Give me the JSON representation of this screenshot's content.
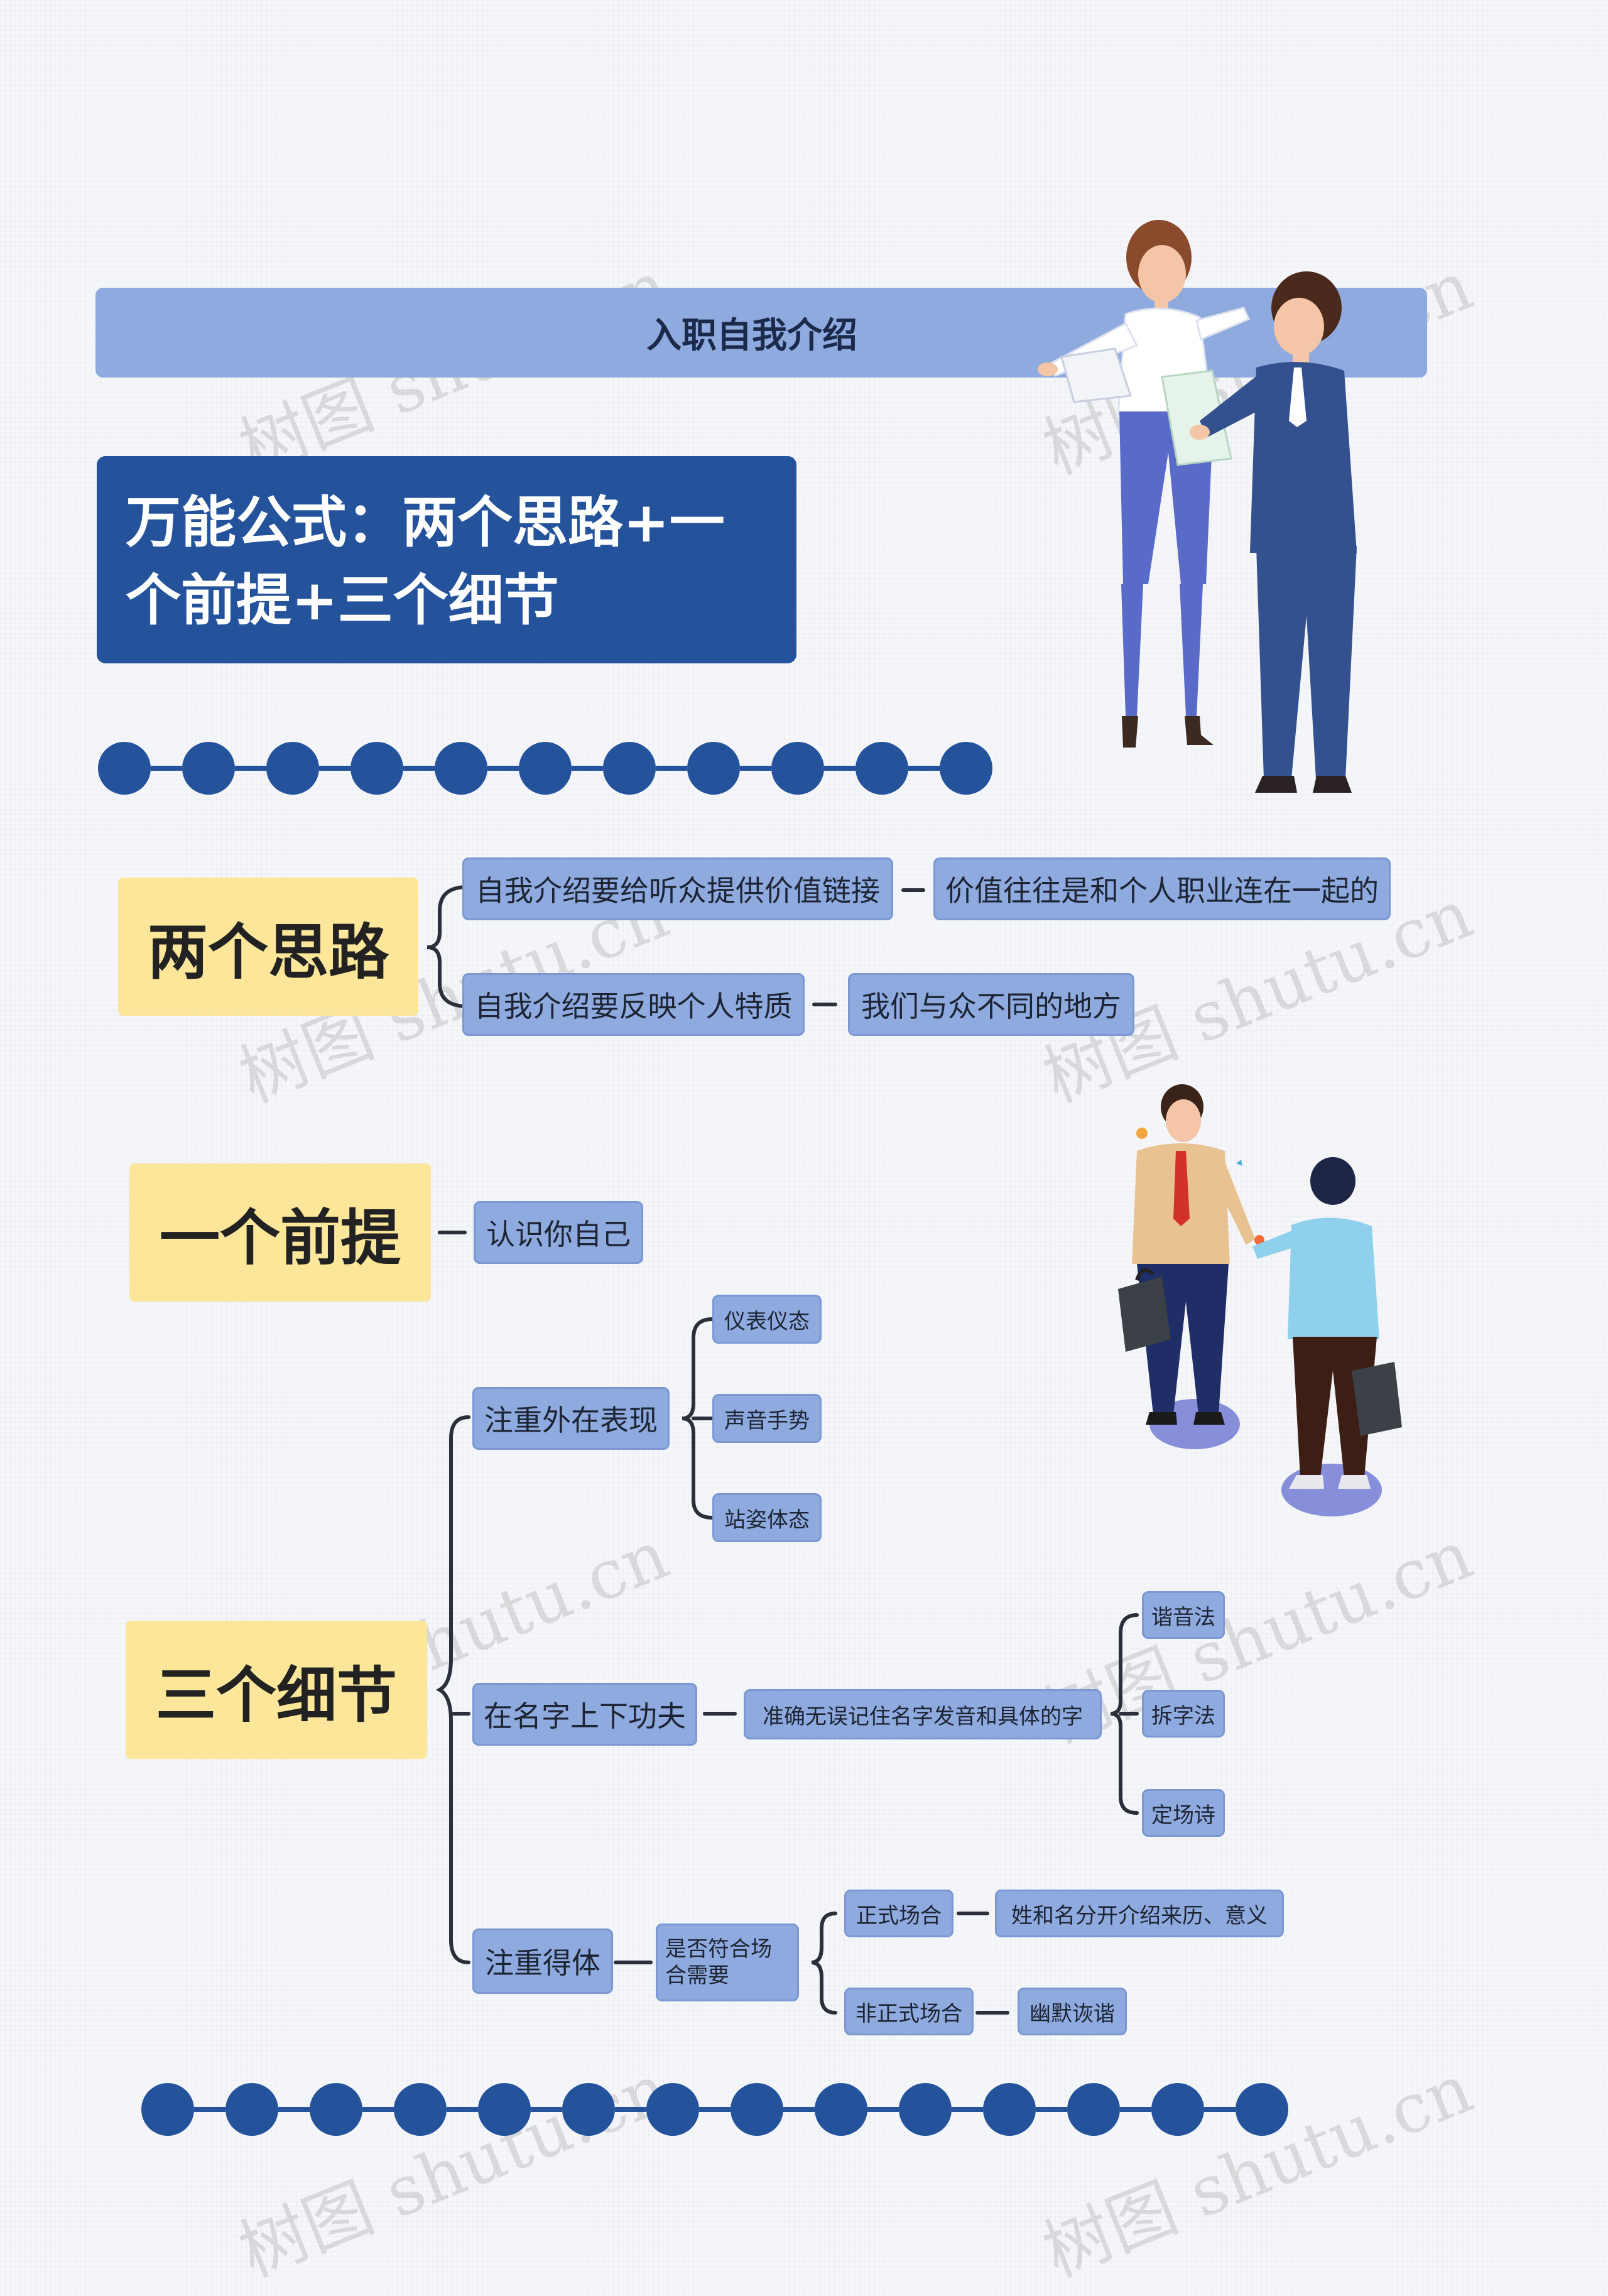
{
  "title": "入职自我介绍",
  "formula": {
    "line1": "万能公式：两个思路+一",
    "line2": "个前提+三个细节"
  },
  "sections": {
    "two_ideas": {
      "label": "两个思路",
      "branches": [
        {
          "text": "自我介绍要给听众提供价值链接",
          "child": "价值往往是和个人职业连在一起的"
        },
        {
          "text": "自我介绍要反映个人特质",
          "child": "我们与众不同的地方"
        }
      ]
    },
    "one_premise": {
      "label": "一个前提",
      "child": "认识你自己"
    },
    "three_details": {
      "label": "三个细节",
      "appearance": {
        "text": "注重外在表现",
        "children": [
          "仪表仪态",
          "声音手势",
          "站姿体态"
        ]
      },
      "name": {
        "text": "在名字上下功夫",
        "child": "准确无误记住名字发音和具体的字",
        "methods": [
          "谐音法",
          "拆字法",
          "定场诗"
        ]
      },
      "decorum": {
        "text": "注重得体",
        "child": "是否符合场合需要",
        "occasions": [
          {
            "text": "正式场合",
            "child": "姓和名分开介绍来历、意义"
          },
          {
            "text": "非正式场合",
            "child": "幽默诙谐"
          }
        ]
      }
    }
  },
  "dots_top_count": 11,
  "dots_bottom_count": 14,
  "watermark": "树图 shutu.cn",
  "colors": {
    "primary": "#24539c",
    "node": "#8eaadf",
    "section": "#fbe69a"
  },
  "icons": [
    "businesswoman-illustration",
    "businessman-illustration",
    "handshake-illustration"
  ]
}
